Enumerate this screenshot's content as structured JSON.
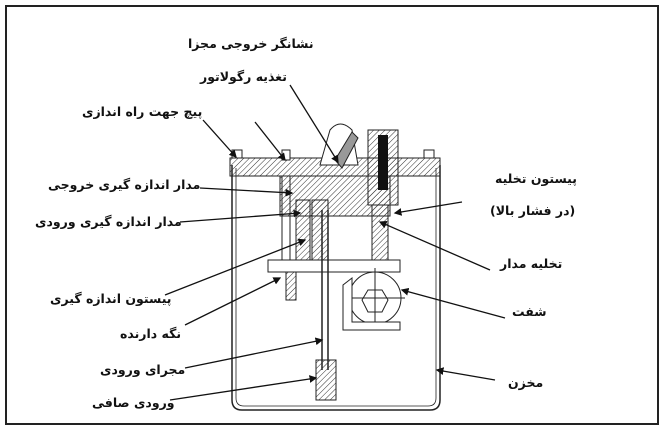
{
  "labels": {
    "separate_output_indicator": "نشانگر خروجی مجزا",
    "regulator_feed": "تغذیه رگولاتور",
    "startup_screw": "پیچ جهت راه اندازی",
    "output_metering_circuit": "مدار اندازه گیری خروجی",
    "input_metering_circuit": "مدار اندازه گیری ورودی",
    "relief_piston": "پیستون تخلیه",
    "relief_piston_note": "(در فشار بالا)",
    "circuit_drain": "تخلیه مدار",
    "shaft": "شفت",
    "metering_piston": "پیستون اندازه گیری",
    "holder": "نگه دارنده",
    "inlet_passage": "مجرای ورودی",
    "strainer_inlet": "ورودی صافی",
    "reservoir": "مخزن"
  }
}
